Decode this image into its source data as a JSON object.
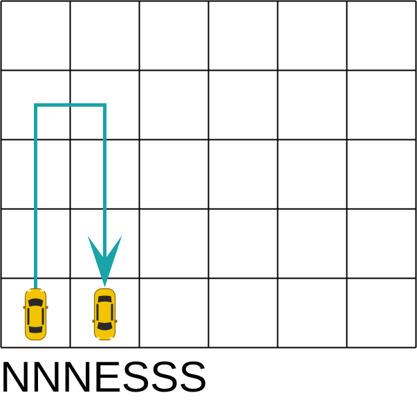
{
  "grid": {
    "columns": 6,
    "rows": 5
  },
  "cars": [
    {
      "name": "start-car",
      "column": 1,
      "row": 5,
      "facing": "N",
      "color": "#f2c500"
    },
    {
      "name": "end-car",
      "column": 2,
      "row": 5,
      "facing": "S",
      "color": "#f2c500"
    }
  ],
  "path": {
    "moves": "NNNESSS",
    "color": "#1aa3a8"
  },
  "caption": "NNNESSS"
}
